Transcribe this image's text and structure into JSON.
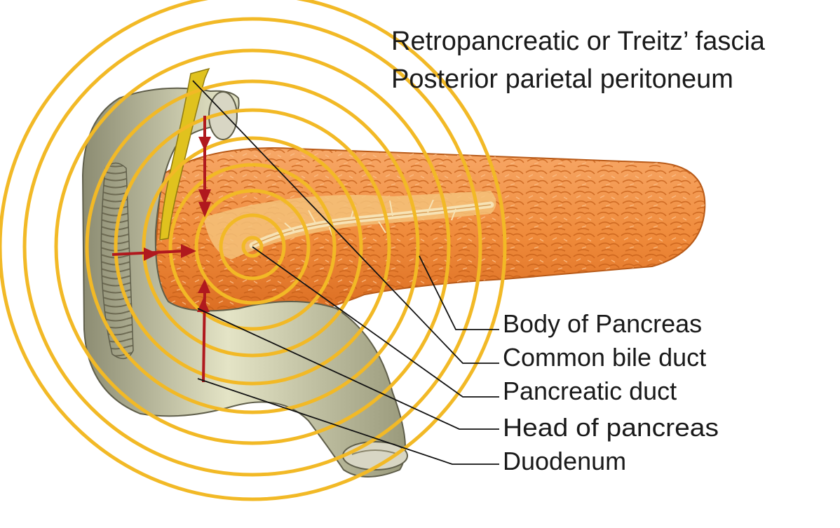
{
  "labels": {
    "top": [
      "Retropancreatic or Treitz’ fascia",
      "Posterior parietal peritoneum"
    ],
    "side": [
      "Body of Pancreas",
      "Common bile duct",
      "Pancreatic duct",
      "Head of pancreas",
      "Duodenum"
    ]
  },
  "colors": {
    "rings": "#f2b926",
    "arrows": "#b0191e",
    "pancreas": "#f08a3c",
    "duodenum": "#c9c9a0",
    "bile_duct": "#e0c21e"
  },
  "ring_count": 9
}
